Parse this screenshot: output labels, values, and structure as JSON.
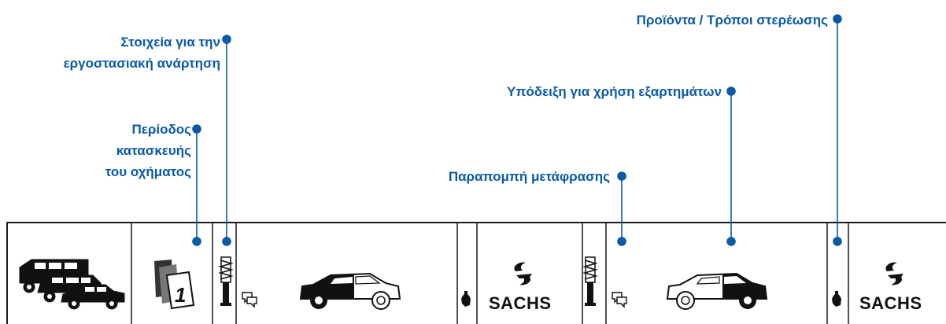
{
  "labels": {
    "factory_suspension": [
      "Στοιχεία για την",
      "εργοστασιακή ανάρτηση"
    ],
    "production_period": [
      "Περίοδος",
      "κατασκευής",
      "του οχήματος"
    ],
    "translation_reference": "Παραπομπή μετάφρασης",
    "parts_usage_hint": "Υπόδειξη για χρήση εξαρτημάτων",
    "products_mounting": "Προϊόντα / Τρόποι στερέωσης"
  },
  "brand": {
    "left": "SACHS",
    "right": "SACHS"
  },
  "colors": {
    "accent": "#0a5aa8",
    "ink": "#111111"
  },
  "icons": [
    "vehicles-icon",
    "calendar-icon",
    "shock-absorber-icon",
    "translation-icon",
    "car-front-axle-icon",
    "wrench-icon",
    "sachs-logo-icon",
    "car-rear-axle-icon"
  ]
}
